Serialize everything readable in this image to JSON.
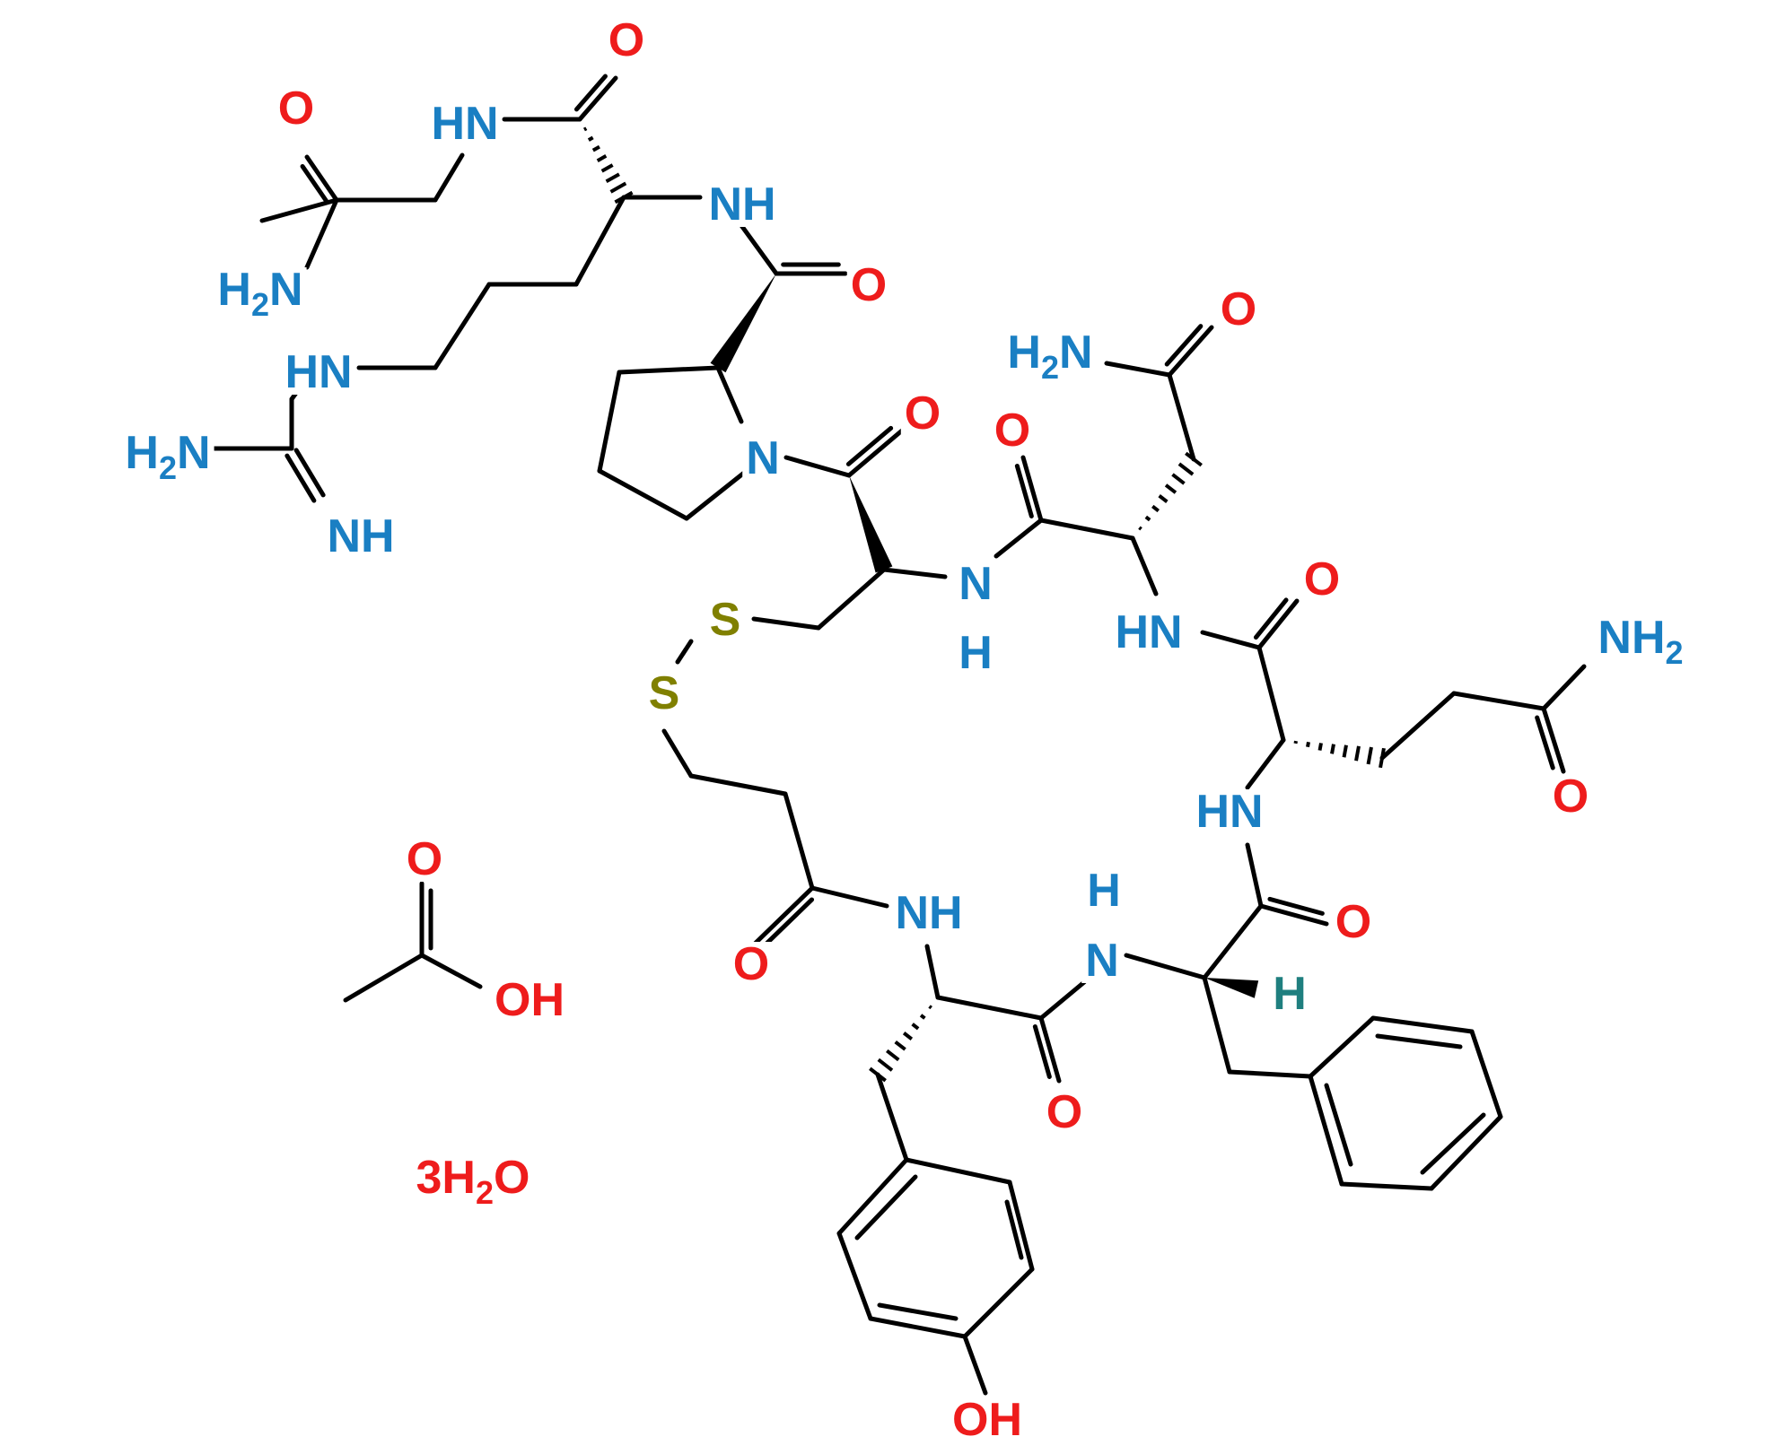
{
  "colors": {
    "oxygen": "#ee1c1c",
    "nitrogen": "#1a7fc3",
    "sulfur": "#808000",
    "stereo_h": "#1f7f7f",
    "bond": "#000000"
  },
  "labels": [
    {
      "id": "o-gly",
      "text": "O",
      "sub": "",
      "tail": "",
      "kind": "oxygen"
    },
    {
      "id": "o-arg",
      "text": "O",
      "sub": "",
      "tail": "",
      "kind": "oxygen"
    },
    {
      "id": "hn-gly",
      "text": "HN",
      "sub": "",
      "tail": "",
      "kind": "nitrogen"
    },
    {
      "id": "nh-arg",
      "text": "NH",
      "sub": "",
      "tail": "",
      "kind": "nitrogen"
    },
    {
      "id": "h2n-gly",
      "text": "H",
      "sub": "2",
      "tail": "N",
      "kind": "nitrogen"
    },
    {
      "id": "o-pro",
      "text": "O",
      "sub": "",
      "tail": "",
      "kind": "oxygen"
    },
    {
      "id": "hn-guan",
      "text": "HN",
      "sub": "",
      "tail": "",
      "kind": "nitrogen"
    },
    {
      "id": "h2n-guan",
      "text": "H",
      "sub": "2",
      "tail": "N",
      "kind": "nitrogen"
    },
    {
      "id": "nh-guan",
      "text": "NH",
      "sub": "",
      "tail": "",
      "kind": "nitrogen"
    },
    {
      "id": "h2n-asn",
      "text": "H",
      "sub": "2",
      "tail": "N",
      "kind": "nitrogen"
    },
    {
      "id": "o-asn-side",
      "text": "O",
      "sub": "",
      "tail": "",
      "kind": "oxygen"
    },
    {
      "id": "o-cys",
      "text": "O",
      "sub": "",
      "tail": "",
      "kind": "oxygen"
    },
    {
      "id": "o-asn",
      "text": "O",
      "sub": "",
      "tail": "",
      "kind": "oxygen"
    },
    {
      "id": "n-pro",
      "text": "N",
      "sub": "",
      "tail": "",
      "kind": "nitrogen"
    },
    {
      "id": "n-cys",
      "text": "N",
      "sub": "",
      "tail": "",
      "kind": "nitrogen"
    },
    {
      "id": "h-cys",
      "text": "H",
      "sub": "",
      "tail": "",
      "kind": "nitrogen"
    },
    {
      "id": "hn-asn",
      "text": "HN",
      "sub": "",
      "tail": "",
      "kind": "nitrogen"
    },
    {
      "id": "o-gln",
      "text": "O",
      "sub": "",
      "tail": "",
      "kind": "oxygen"
    },
    {
      "id": "nh2-gln",
      "text": "NH",
      "sub": "2",
      "tail": "",
      "kind": "nitrogen"
    },
    {
      "id": "s-1",
      "text": "S",
      "sub": "",
      "tail": "",
      "kind": "sulfur"
    },
    {
      "id": "s-2",
      "text": "S",
      "sub": "",
      "tail": "",
      "kind": "sulfur"
    },
    {
      "id": "hn-gln",
      "text": "HN",
      "sub": "",
      "tail": "",
      "kind": "nitrogen"
    },
    {
      "id": "o-gln-side",
      "text": "O",
      "sub": "",
      "tail": "",
      "kind": "oxygen"
    },
    {
      "id": "o-acid",
      "text": "O",
      "sub": "",
      "tail": "",
      "kind": "oxygen"
    },
    {
      "id": "h-phe-n",
      "text": "H",
      "sub": "",
      "tail": "",
      "kind": "nitrogen"
    },
    {
      "id": "nh-tyr",
      "text": "NH",
      "sub": "",
      "tail": "",
      "kind": "nitrogen"
    },
    {
      "id": "o-phe",
      "text": "O",
      "sub": "",
      "tail": "",
      "kind": "oxygen"
    },
    {
      "id": "n-phe",
      "text": "N",
      "sub": "",
      "tail": "",
      "kind": "nitrogen"
    },
    {
      "id": "h-stereo",
      "text": "H",
      "sub": "",
      "tail": "",
      "kind": "stereo_h"
    },
    {
      "id": "o-mpa",
      "text": "O",
      "sub": "",
      "tail": "",
      "kind": "oxygen"
    },
    {
      "id": "oh-acid",
      "text": "OH",
      "sub": "",
      "tail": "",
      "kind": "oxygen"
    },
    {
      "id": "o-tyr",
      "text": "O",
      "sub": "",
      "tail": "",
      "kind": "oxygen"
    },
    {
      "id": "water",
      "text": "3H",
      "sub": "2",
      "tail": "O",
      "kind": "oxygen"
    },
    {
      "id": "oh-tyr",
      "text": "OH",
      "sub": "",
      "tail": "",
      "kind": "oxygen"
    }
  ]
}
